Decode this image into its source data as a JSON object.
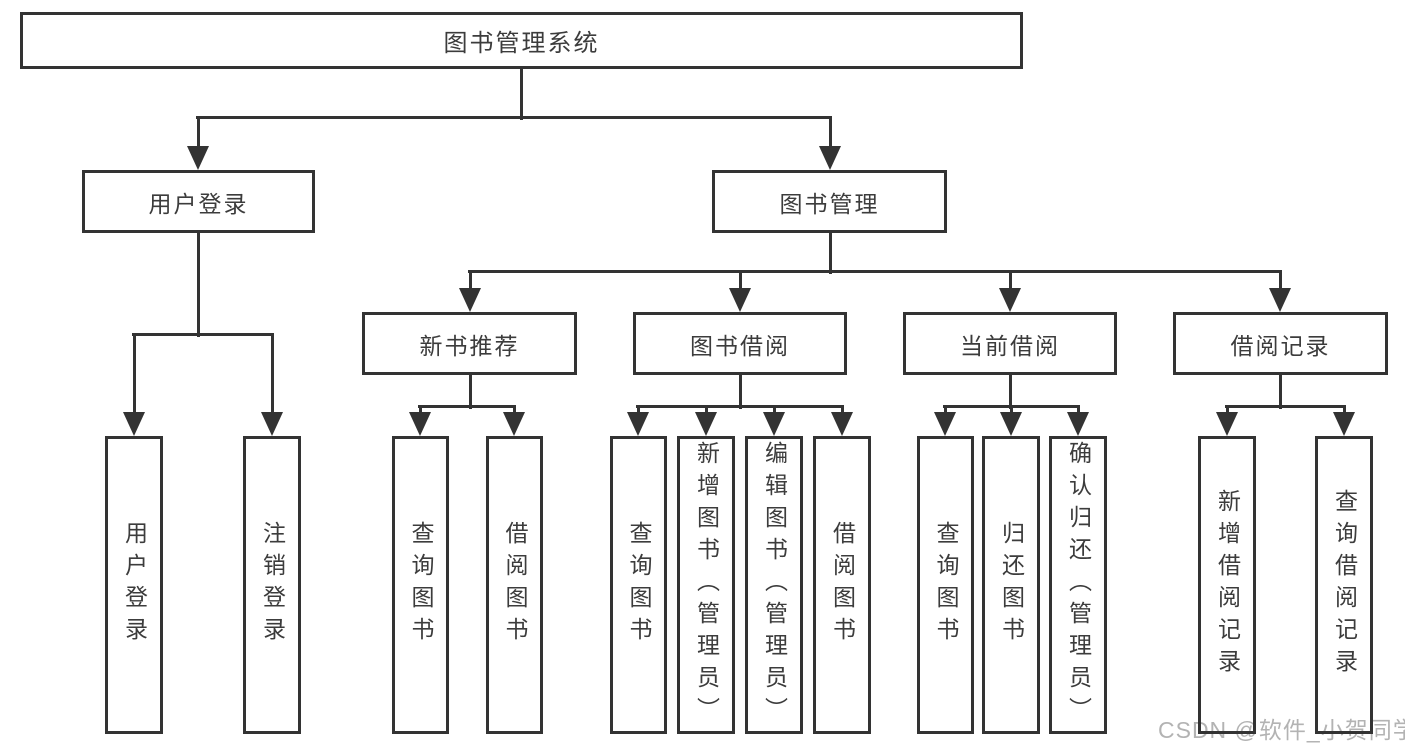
{
  "diagram": {
    "root": {
      "label": "图书管理系统"
    },
    "level2": [
      {
        "id": "user-login",
        "label": "用户登录",
        "parent": "图书管理系统"
      },
      {
        "id": "book-management",
        "label": "图书管理",
        "parent": "图书管理系统"
      }
    ],
    "level3": [
      {
        "id": "new-book-recommend",
        "label": "新书推荐",
        "parent": "图书管理"
      },
      {
        "id": "book-borrow",
        "label": "图书借阅",
        "parent": "图书管理"
      },
      {
        "id": "current-borrow",
        "label": "当前借阅",
        "parent": "图书管理"
      },
      {
        "id": "borrow-record",
        "label": "借阅记录",
        "parent": "图书管理"
      }
    ],
    "leaves": [
      {
        "label": "用户登录",
        "parent": "用户登录"
      },
      {
        "label": "注销登录",
        "parent": "用户登录"
      },
      {
        "label": "查询图书",
        "parent": "新书推荐"
      },
      {
        "label": "借阅图书",
        "parent": "新书推荐"
      },
      {
        "label": "查询图书",
        "parent": "图书借阅"
      },
      {
        "label": "新增图书（管理员）",
        "parent": "图书借阅"
      },
      {
        "label": "编辑图书（管理员）",
        "parent": "图书借阅"
      },
      {
        "label": "借阅图书",
        "parent": "图书借阅"
      },
      {
        "label": "查询图书",
        "parent": "当前借阅"
      },
      {
        "label": "归还图书",
        "parent": "当前借阅"
      },
      {
        "label": "确认归还（管理员）",
        "parent": "当前借阅"
      },
      {
        "label": "新增借阅记录",
        "parent": "借阅记录"
      },
      {
        "label": "查询借阅记录",
        "parent": "借阅记录"
      }
    ]
  },
  "watermark": {
    "text": "CSDN @软件_小贺同学"
  },
  "colors": {
    "line": "#333333",
    "box_border": "#333333",
    "text": "#3c3c3c",
    "background": "#ffffff",
    "watermark": "#b3b3b3"
  }
}
